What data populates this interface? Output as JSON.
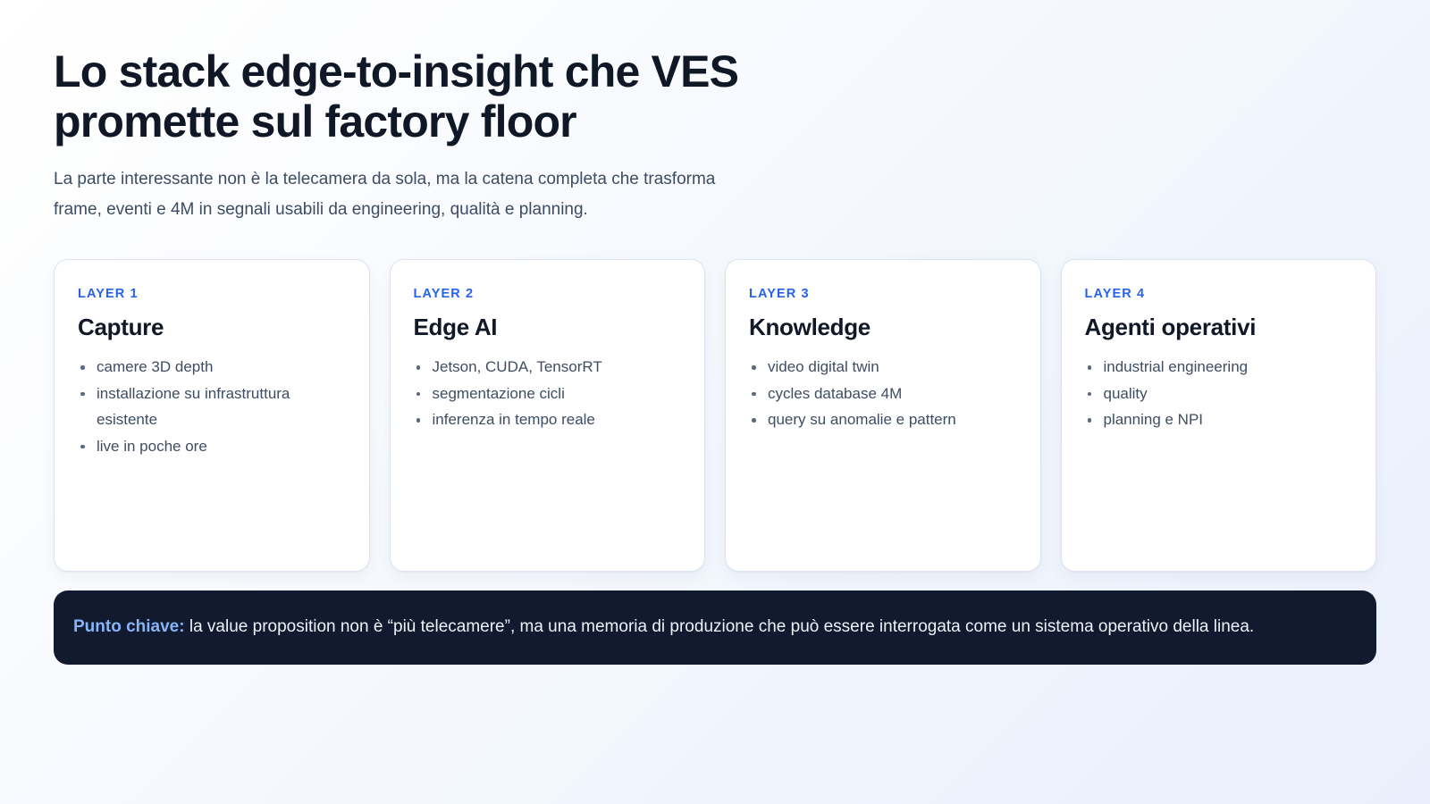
{
  "header": {
    "title": "Lo stack edge-to-insight che VES\npromette sul factory floor",
    "subtitle": "La parte interessante non è la telecamera da sola, ma la catena completa che trasforma\nframe, eventi e 4M in segnali usabili da engineering, qualità e planning."
  },
  "cards": [
    {
      "kicker": "LAYER 1",
      "title": "Capture",
      "items": [
        "camere 3D depth",
        "installazione su infrastruttura esistente",
        "live in poche ore"
      ]
    },
    {
      "kicker": "LAYER 2",
      "title": "Edge AI",
      "items": [
        "Jetson, CUDA, TensorRT",
        "segmentazione cicli",
        "inferenza in tempo reale"
      ]
    },
    {
      "kicker": "LAYER 3",
      "title": "Knowledge",
      "items": [
        "video digital twin",
        "cycles database 4M",
        "query su anomalie e pattern"
      ]
    },
    {
      "kicker": "LAYER 4",
      "title": "Agenti operativi",
      "items": [
        "industrial engineering",
        "quality",
        "planning e NPI"
      ]
    }
  ],
  "callout": {
    "lead": "Punto chiave:",
    "body": " la value proposition non è “più telecamere”, ma una memoria di produzione che può essere interrogata come un sistema operativo della linea."
  },
  "colors": {
    "accent_blue": "#2563eb",
    "callout_background": "#111a2e",
    "callout_lead": "#86b4f7",
    "title_navy": "#101828",
    "body_slate": "#3d4c63",
    "card_background": "#ffffff",
    "card_border": "#dde4f0",
    "page_background_start": "#ffffff",
    "page_background_end": "#e9effc"
  }
}
